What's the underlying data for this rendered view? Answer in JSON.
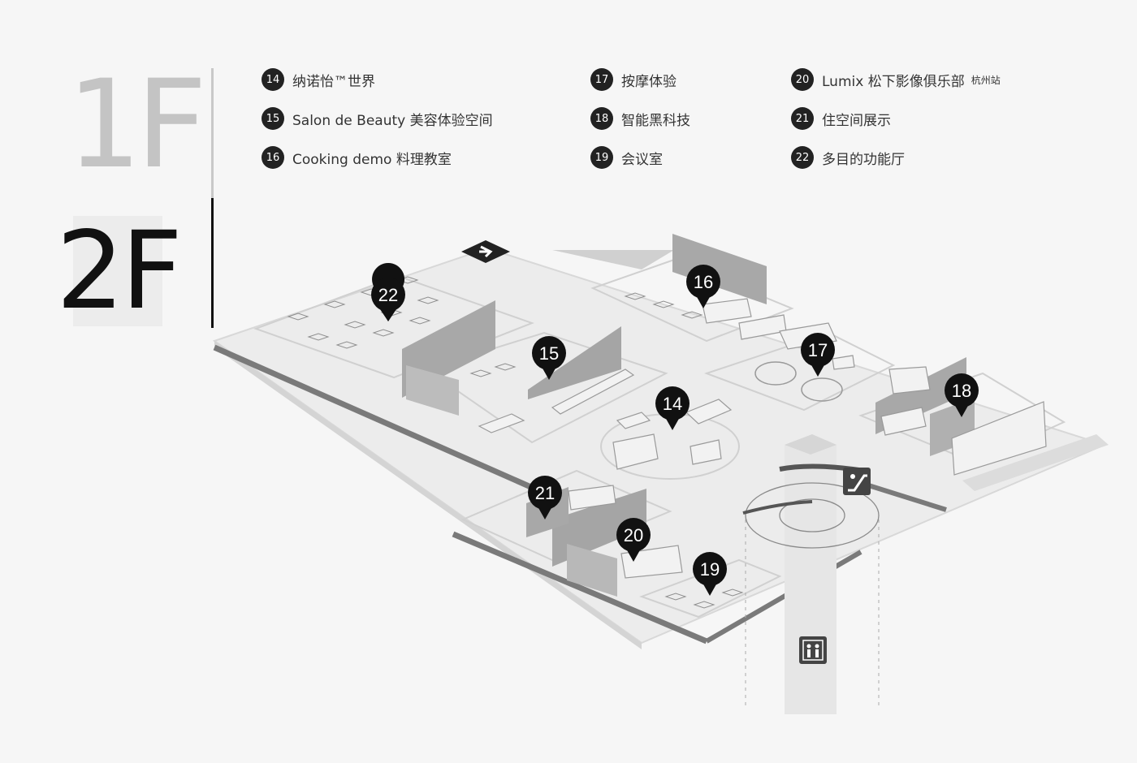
{
  "floors": {
    "items": [
      {
        "label": "1F",
        "active": false
      },
      {
        "label": "2F",
        "active": true
      }
    ]
  },
  "legend": [
    {
      "num": "14",
      "label": "纳诺怡™世界"
    },
    {
      "num": "15",
      "label": "Salon de Beauty 美容体验空间"
    },
    {
      "num": "16",
      "label": "Cooking demo 料理教室"
    },
    {
      "num": "17",
      "label": "按摩体验"
    },
    {
      "num": "18",
      "label": "智能黑科技"
    },
    {
      "num": "19",
      "label": "会议室"
    },
    {
      "num": "20",
      "label": "Lumix 松下影像俱乐部",
      "sub": "杭州站"
    },
    {
      "num": "21",
      "label": "住空间展示"
    },
    {
      "num": "22",
      "label": "多目的功能厅"
    }
  ],
  "map": {
    "markers": [
      "22",
      "16",
      "15",
      "17",
      "14",
      "18",
      "21",
      "20",
      "19"
    ],
    "icons": [
      "entrance-arrow-icon",
      "escalator-icon",
      "elevator-icon"
    ]
  }
}
